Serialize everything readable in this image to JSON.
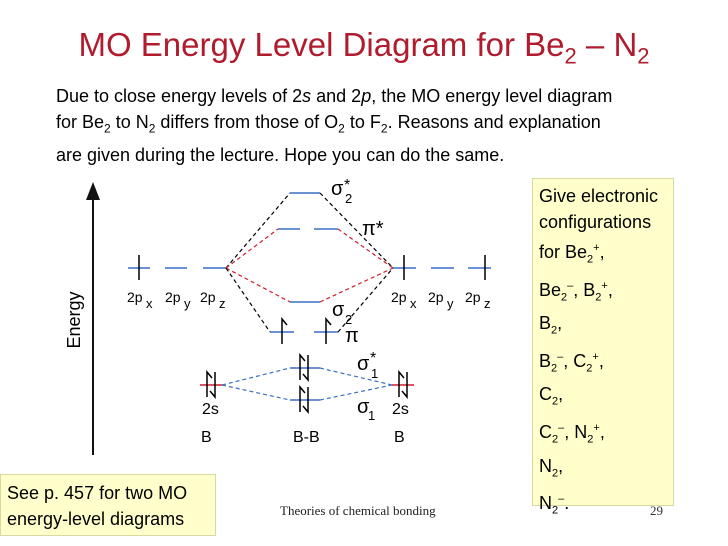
{
  "title": {
    "main": "MO Energy Level Diagram for Be",
    "sub1": "2",
    "dash": " – N",
    "sub2": "2"
  },
  "intro": {
    "p1": "Due to close energy levels of 2",
    "s": "s",
    "p2": " and 2",
    "p": "p",
    "p3": ", the MO energy level diagram",
    "p4": "for Be",
    "sub_a": "2",
    "p5": " to N",
    "sub_b": "2",
    "p6": " differs from those of O",
    "sub_c": "2",
    "p7": " to F",
    "sub_d": "2",
    "p8": ". Reasons and explanation",
    "p9": "are given during the lecture. Hope you can do the same."
  },
  "diagram": {
    "energy_axis_label": "Energy",
    "left_p_labels": [
      "2p",
      "x",
      "2p",
      "y",
      "2p",
      "z"
    ],
    "right_p_labels": [
      "2p",
      "x",
      "2p",
      "y",
      "2p",
      "z"
    ],
    "sigma2_star": "σ",
    "sigma2_star_sub": "2",
    "sigma2_star_sup": "*",
    "pi_star": "π*",
    "sigma2": "σ",
    "sigma2_sub": "2",
    "pi": "π",
    "sigma1_star": "σ",
    "sigma1_star_sub": "1",
    "sigma1_star_sup": "*",
    "sigma1": "σ",
    "sigma1_sub": "1",
    "left_s_label": "2s",
    "right_s_label": "2s",
    "left_atom": "B",
    "center_molecule": "B-B",
    "right_atom": "B",
    "colors": {
      "red": "#cc1f2f",
      "blue": "#3a6fc4",
      "black": "#000000",
      "axis": "#111111"
    }
  },
  "sidebox": {
    "l1": "Give electronic",
    "l2": "configurations",
    "l3a": "for    Be",
    "l3sub": "2",
    "l3sup": "+",
    "l3end": ",",
    "l4a": "Be",
    "l4sub": "2",
    "l4sup": "–",
    "l4b": ", B",
    "l4sub2": "2",
    "l4sup2": "+",
    "l4end": ",",
    "l5a": "B",
    "l5sub": "2",
    "l5end": ",",
    "l6a": "B",
    "l6sub": "2",
    "l6sup": "–",
    "l6b": ", C",
    "l6sub2": "2",
    "l6sup2": "+",
    "l6end": ",",
    "l7a": "C",
    "l7sub": "2",
    "l7end": ",",
    "l8a": "C",
    "l8sub": "2",
    "l8sup": "–",
    "l8b": ", N",
    "l8sub2": "2",
    "l8sup2": "+",
    "l8end": ",",
    "l9a": "N",
    "l9sub": "2",
    "l9end": ",",
    "l10a": "N",
    "l10sub": "2",
    "l10sup": "–",
    "l10end": "."
  },
  "note": {
    "l1": "See p. 457 for two MO",
    "l2": "energy-level diagrams"
  },
  "footer": "Theories of chemical bonding",
  "page_number": "29"
}
